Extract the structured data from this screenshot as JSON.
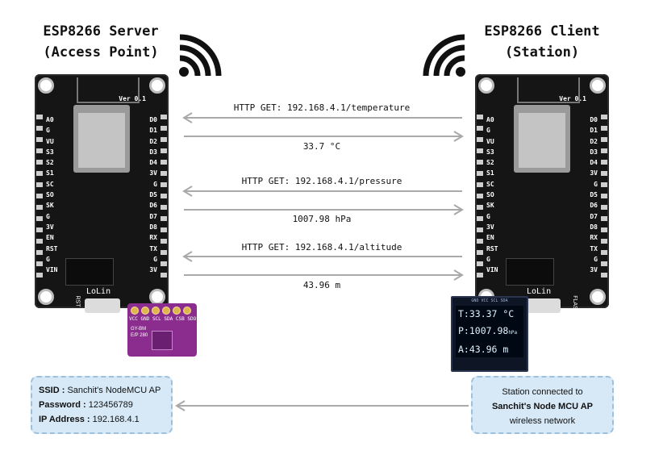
{
  "server": {
    "title_line1": "ESP8266 Server",
    "title_line2": "(Access Point)"
  },
  "client": {
    "title_line1": "ESP8266 Client",
    "title_line2": "(Station)"
  },
  "icons": {
    "wifi": "wifi-icon"
  },
  "board": {
    "version": "Ver 0.1",
    "brand": "LoLin",
    "pins_left": [
      "A0",
      "G",
      "VU",
      "S3",
      "S2",
      "S1",
      "SC",
      "SO",
      "SK",
      "G",
      "3V",
      "EN",
      "RST",
      "G",
      "VIN"
    ],
    "pins_right": [
      "D0",
      "D1",
      "D2",
      "D3",
      "D4",
      "3V",
      "G",
      "D5",
      "D6",
      "D7",
      "D8",
      "RX",
      "TX",
      "G",
      "3V"
    ],
    "btn_rst": "RST",
    "btn_flash": "FLASH"
  },
  "sensor": {
    "pins": [
      "VCC",
      "GND",
      "SCL",
      "SDA",
      "CSB",
      "SDO"
    ],
    "label": "GY-BM E/P 280"
  },
  "messages": [
    {
      "request": "HTTP GET: 192.168.4.1/temperature",
      "response": "33.7 °C"
    },
    {
      "request": "HTTP GET: 192.168.4.1/pressure",
      "response": "1007.98 hPa"
    },
    {
      "request": "HTTP GET: 192.168.4.1/altitude",
      "response": "43.96 m"
    }
  ],
  "oled": {
    "header": "GND VCC SCL SDA",
    "line1": "T:33.37 °C",
    "line2": "P:1007.98",
    "line2_unit": "hPa",
    "line3": "A:43.96 m"
  },
  "ap_box": {
    "ssid_label": "SSID :",
    "ssid_value": "Sanchit's NodeMCU AP",
    "password_label": "Password :",
    "password_value": "123456789",
    "ip_label": "IP Address :",
    "ip_value": "192.168.4.1"
  },
  "station_box": {
    "line1": "Station connected to",
    "line2": "Sanchit's Node MCU AP",
    "line3": "wireless network"
  },
  "colors": {
    "arrow": "#a9a9a9",
    "box_fill": "#d7e9f7",
    "box_border": "#9dc1dd",
    "sensor": "#8b2d8f",
    "board": "#151515"
  }
}
